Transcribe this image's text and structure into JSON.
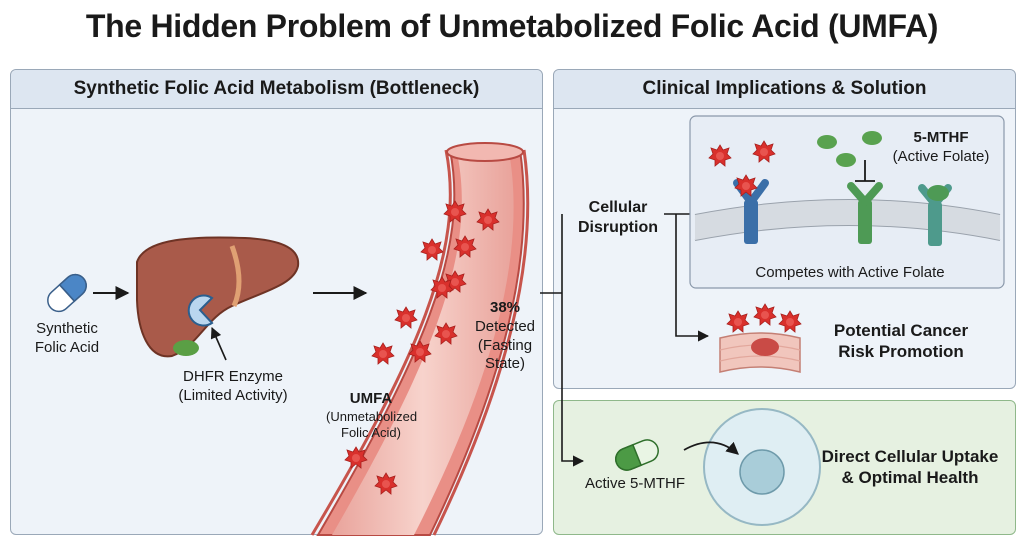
{
  "title": "The Hidden Problem of Unmetabolized Folic Acid (UMFA)",
  "left_panel": {
    "header": "Synthetic Folic Acid Metabolism (Bottleneck)",
    "synthetic_line1": "Synthetic",
    "synthetic_line2": "Folic Acid",
    "enzyme_line1": "DHFR Enzyme",
    "enzyme_line2": "(Limited Activity)",
    "umfa_title": "UMFA",
    "umfa_sub1": "(Unmetabolized",
    "umfa_sub2": "Folic Acid)",
    "percent": "38%",
    "detected1": "Detected",
    "detected2": "(Fasting",
    "detected3": "State)"
  },
  "right_panel": {
    "header": "Clinical Implications & Solution",
    "cellular1": "Cellular",
    "cellular2": "Disruption",
    "mthf_title": "5-MTHF",
    "mthf_sub": "(Active Folate)",
    "competes": "Competes with Active Folate",
    "cancer1": "Potential Cancer",
    "cancer2": "Risk Promotion"
  },
  "bottom_panel": {
    "active_label": "Active 5-MTHF",
    "uptake1": "Direct Cellular Uptake",
    "uptake2": "& Optimal Health"
  },
  "colors": {
    "umfa_red": "#d9302c",
    "liver": "#a95a4a",
    "pill_blue": "#4b86c6",
    "pill_green": "#4c9a45",
    "receptor_blue": "#3b6fa8",
    "receptor_green": "#4e9a55",
    "receptor_teal": "#4e9a8c"
  }
}
